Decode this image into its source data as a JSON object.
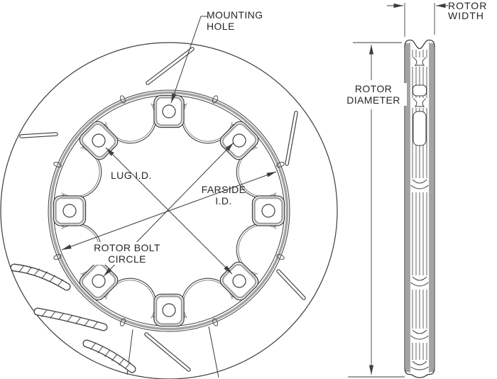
{
  "diagram": {
    "type": "brake-rotor-engineering-drawing",
    "views": [
      "front view",
      "cross-section view"
    ],
    "labels": {
      "mounting_hole": "MOUNTING\nHOLE",
      "lug_id": "LUG I.D.",
      "farside_id": "FARSIDE\nI.D.",
      "rotor_bolt_circle": "ROTOR BOLT\nCIRCLE",
      "rotor_diameter": "ROTOR\nDIAMETER",
      "rotor_width": "ROTOR\nWIDTH"
    },
    "colors": {
      "line": "#3d3d3d",
      "shade_gray": "#a3a3a3",
      "text": "#262626",
      "background": "#ffffff"
    }
  }
}
